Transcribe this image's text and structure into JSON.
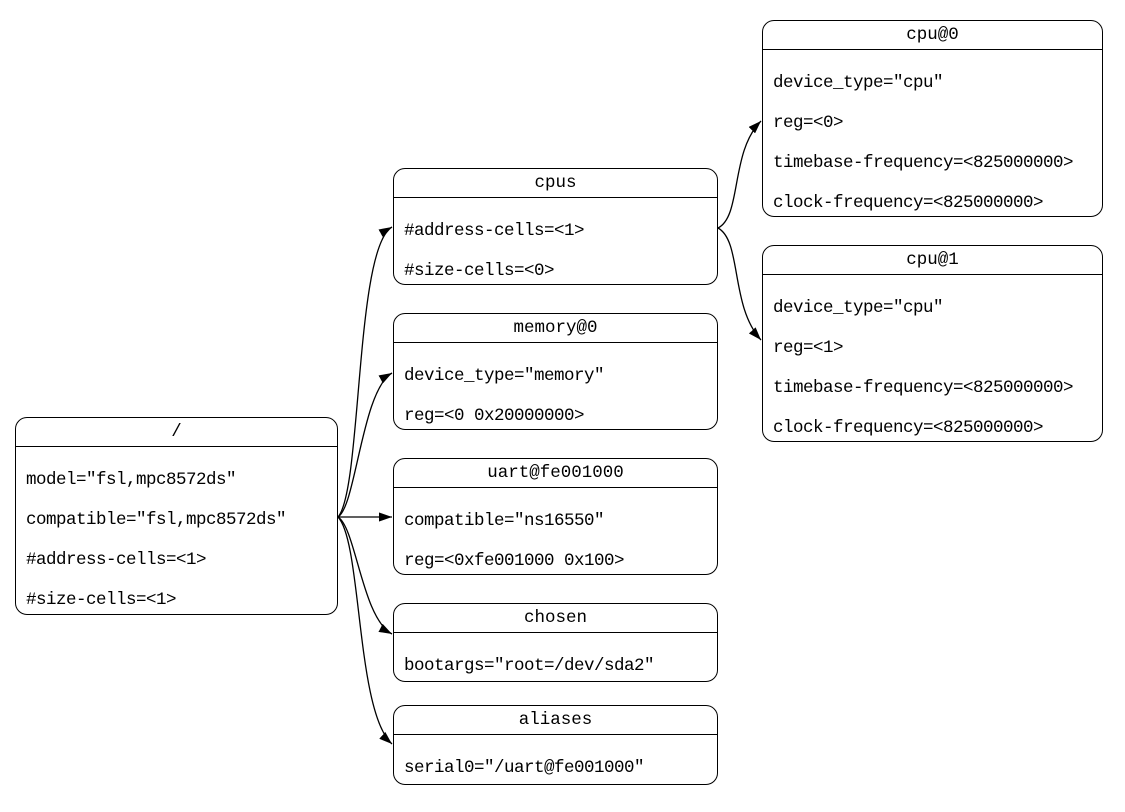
{
  "diagram": {
    "title": "device-tree-graph",
    "background_color": "#ffffff",
    "node_fill_color": "#ffffff",
    "node_border_color": "#000000",
    "text_color": "#000000",
    "edge_color": "#000000"
  },
  "nodes": {
    "root": {
      "title": "/",
      "properties": [
        "model=\"fsl,mpc8572ds\"",
        "compatible=\"fsl,mpc8572ds\"",
        "#address-cells=<1>",
        "#size-cells=<1>"
      ]
    },
    "cpus": {
      "title": "cpus",
      "properties": [
        "#address-cells=<1>",
        "#size-cells=<0>"
      ]
    },
    "memory": {
      "title": "memory@0",
      "properties": [
        "device_type=\"memory\"",
        "reg=<0 0x20000000>"
      ]
    },
    "uart": {
      "title": "uart@fe001000",
      "properties": [
        "compatible=\"ns16550\"",
        "reg=<0xfe001000 0x100>"
      ]
    },
    "chosen": {
      "title": "chosen",
      "properties": [
        "bootargs=\"root=/dev/sda2\""
      ]
    },
    "aliases": {
      "title": "aliases",
      "properties": [
        "serial0=\"/uart@fe001000\""
      ]
    },
    "cpu0": {
      "title": "cpu@0",
      "properties": [
        "device_type=\"cpu\"",
        "reg=<0>",
        "timebase-frequency=<825000000>",
        "clock-frequency=<825000000>"
      ]
    },
    "cpu1": {
      "title": "cpu@1",
      "properties": [
        "device_type=\"cpu\"",
        "reg=<1>",
        "timebase-frequency=<825000000>",
        "clock-frequency=<825000000>"
      ]
    }
  },
  "edges": [
    {
      "from": "/",
      "to": "cpus"
    },
    {
      "from": "/",
      "to": "memory@0"
    },
    {
      "from": "/",
      "to": "uart@fe001000"
    },
    {
      "from": "/",
      "to": "chosen"
    },
    {
      "from": "/",
      "to": "aliases"
    },
    {
      "from": "cpus",
      "to": "cpu@0"
    },
    {
      "from": "cpus",
      "to": "cpu@1"
    }
  ]
}
